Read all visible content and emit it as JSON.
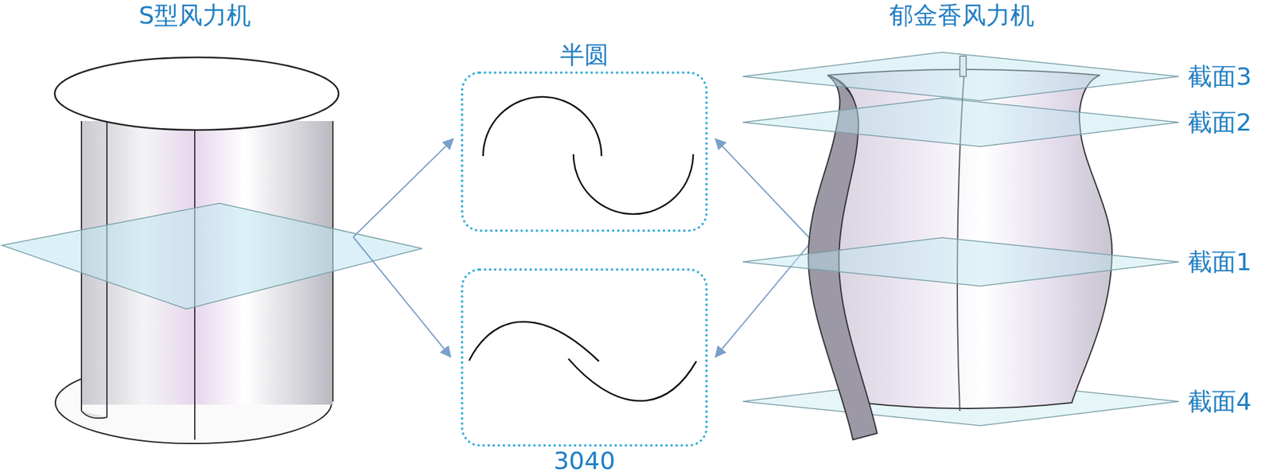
{
  "diagram": {
    "nodes": [
      {
        "text": [
          "半圆"
        ]
      },
      {
        "text": [
          "3040"
        ]
      }
    ],
    "labels": [
      "S型风力机",
      "郁金香风力机",
      "截面3",
      "截面2",
      "截面1",
      "截面4"
    ]
  }
}
